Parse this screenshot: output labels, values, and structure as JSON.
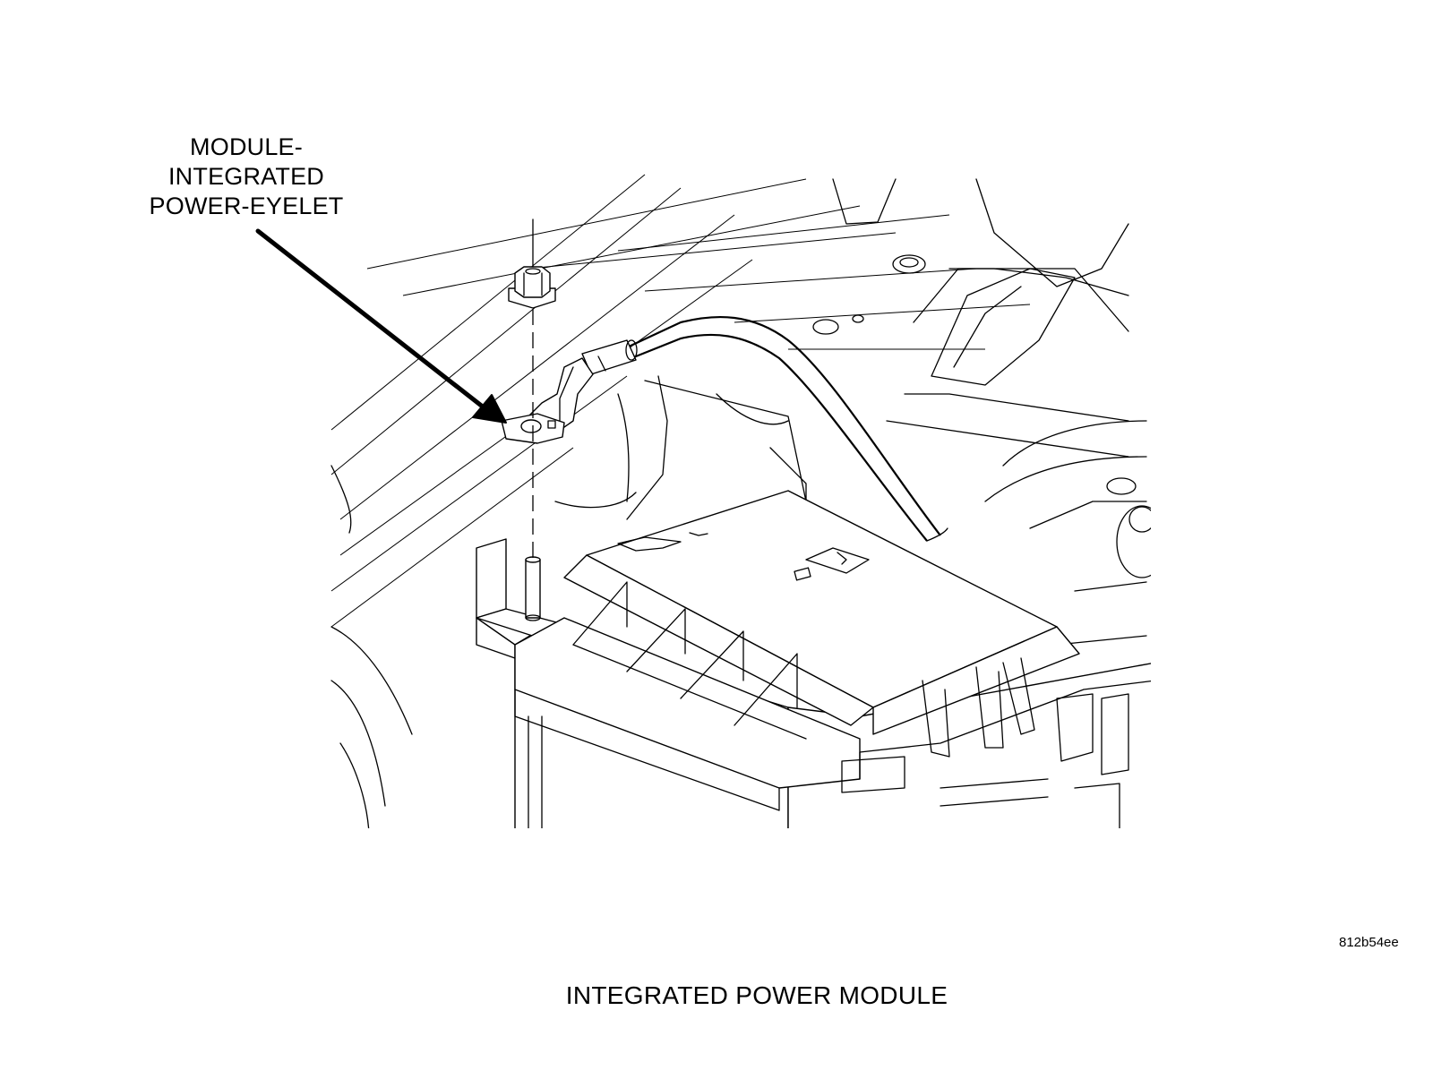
{
  "callout": {
    "lines": [
      "MODULE-",
      "INTEGRATED",
      "POWER-EYELET"
    ]
  },
  "figure_code": "812b54ee",
  "caption": "INTEGRATED POWER MODULE",
  "colors": {
    "line": "#000000",
    "background": "#ffffff"
  },
  "icons": {
    "arrow": "callout-arrow",
    "nut": "hex-flange-nut",
    "eyelet": "ring-terminal-eyelet",
    "stud": "mounting-stud"
  }
}
